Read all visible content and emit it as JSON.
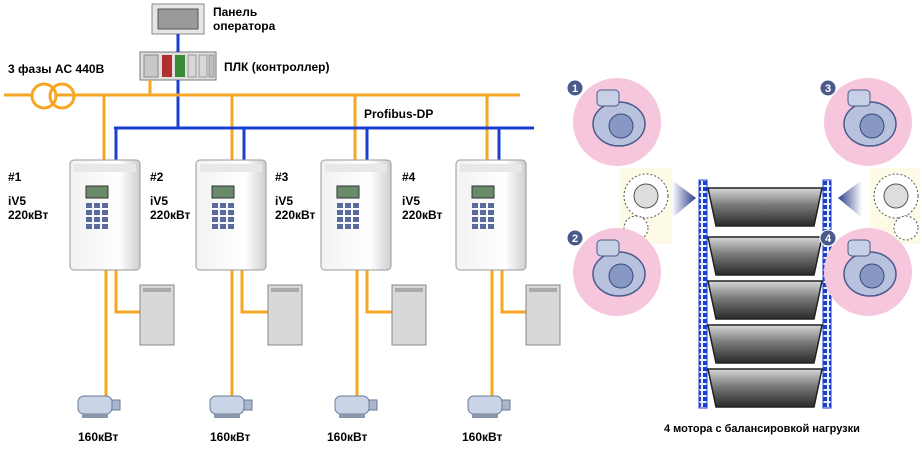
{
  "header": {
    "operator_panel_line1": "Панель",
    "operator_panel_line2": "оператора",
    "plc_label": "ПЛК (контроллер)",
    "power_label": "3 фазы  AC 440В",
    "bus_label": "Profibus-DP"
  },
  "drives": [
    {
      "num": "#1",
      "model": "iV5",
      "power": "220кВт",
      "motor": "160кВт"
    },
    {
      "num": "#2",
      "model": "iV5",
      "power": "220кВт",
      "motor": "160кВт"
    },
    {
      "num": "#3",
      "model": "iV5",
      "power": "220кВт",
      "motor": "160кВт"
    },
    {
      "num": "#4",
      "model": "iV5",
      "power": "220кВт",
      "motor": "160кВт"
    }
  ],
  "mechanism": {
    "caption": "4 мотора  с балансировкой нагрузки",
    "motor_badges": [
      "1",
      "2",
      "3",
      "4"
    ]
  },
  "colors": {
    "power_line": "#f5a623",
    "profibus": "#1a3fcf",
    "badge": "#4a5a8a",
    "pink_circle": "#f6c6dd"
  }
}
